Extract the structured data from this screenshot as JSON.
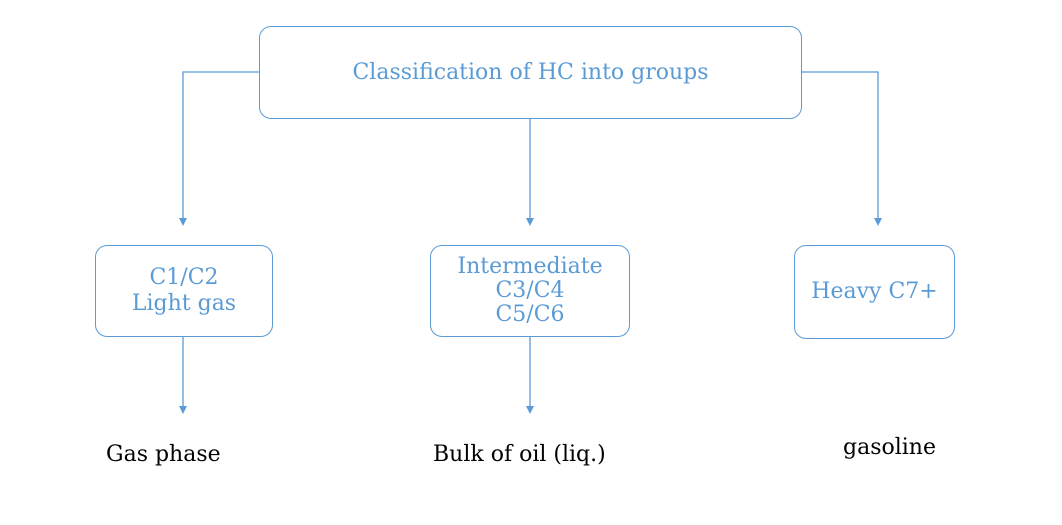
{
  "root": {
    "label": "Classification of HC into groups"
  },
  "groups": [
    {
      "lines": [
        "C1/C2",
        "Light gas"
      ]
    },
    {
      "lines": [
        "Intermediate",
        "C3/C4",
        "C5/C6"
      ]
    },
    {
      "lines": [
        "Heavy C7+"
      ]
    }
  ],
  "outcomes": [
    "Gas phase",
    "Bulk of oil (liq.)",
    "gasoline"
  ],
  "colors": {
    "accent": "#5b9bd5",
    "outcome_text": "#000000",
    "background": "#ffffff"
  }
}
